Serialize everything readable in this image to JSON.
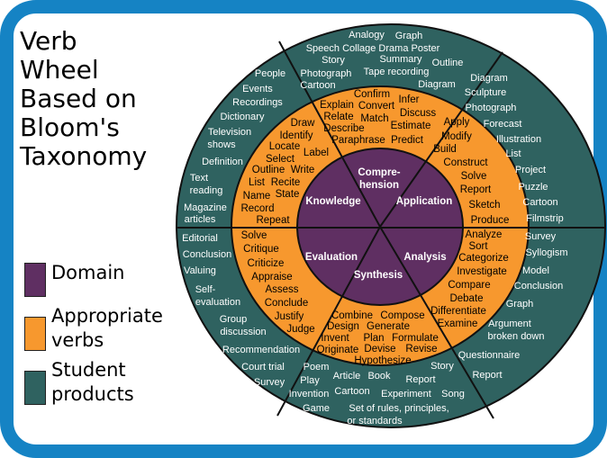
{
  "title": "Verb Wheel Based on Bloom's Taxonomy",
  "title_lines": [
    "Verb",
    "Wheel",
    "Based on",
    "Bloom's",
    "Taxonomy"
  ],
  "colors": {
    "frame": "#1583c4",
    "domain": "#5f2f62",
    "verbs": "#f7982e",
    "products": "#2f6260",
    "outline": "#111111"
  },
  "legend": [
    {
      "label_lines": [
        "Domain"
      ],
      "color": "#5f2f62"
    },
    {
      "label_lines": [
        "Appropriate",
        "verbs"
      ],
      "color": "#f7982e"
    },
    {
      "label_lines": [
        "Student",
        "products"
      ],
      "color": "#2f6260"
    }
  ],
  "domains": [
    {
      "name": "Knowledge"
    },
    {
      "name_lines": [
        "Compre-",
        "hension"
      ],
      "name": "Comprehension"
    },
    {
      "name": "Application"
    },
    {
      "name": "Analysis"
    },
    {
      "name": "Synthesis"
    },
    {
      "name": "Evaluation"
    }
  ],
  "verbs": {
    "knowledge": [
      "Draw",
      "Identify",
      "Label",
      "Locate",
      "Select",
      "Outline",
      "Write",
      "List",
      "Recite",
      "Name",
      "State",
      "Record",
      "Repeat"
    ],
    "comprehension": [
      "Confirm",
      "Infer",
      "Explain",
      "Convert",
      "Discuss",
      "Relate",
      "Match",
      "Describe",
      "Estimate",
      "Paraphrase",
      "Predict"
    ],
    "application": [
      "Apply",
      "Modify",
      "Build",
      "Construct",
      "Solve",
      "Report",
      "Sketch",
      "Produce"
    ],
    "analysis": [
      "Analyze",
      "Sort",
      "Categorize",
      "Investigate",
      "Compare",
      "Debate",
      "Differentiate",
      "Examine"
    ],
    "synthesis": [
      "Combine",
      "Compose",
      "Design",
      "Generate",
      "Invent",
      "Plan",
      "Formulate",
      "Originate",
      "Devise",
      "Revise",
      "Hypothesize"
    ],
    "evaluation": [
      "Solve",
      "Critique",
      "Criticize",
      "Appraise",
      "Assess",
      "Conclude",
      "Justify",
      "Judge"
    ]
  },
  "products": {
    "knowledge": [
      "People",
      "Events",
      "Recordings",
      "Dictionary",
      "Television shows",
      "Definition",
      "Text reading",
      "Magazine articles"
    ],
    "comprehension": [
      "Analogy",
      "Graph",
      "Speech",
      "Collage",
      "Drama",
      "Poster",
      "Story",
      "Summary",
      "Outline",
      "Photograph",
      "Tape recording",
      "Cartoon",
      "Diagram"
    ],
    "application": [
      "Diagram",
      "Sculpture",
      "Photograph",
      "Forecast",
      "Illustration",
      "List",
      "Project",
      "Puzzle",
      "Cartoon",
      "Filmstrip"
    ],
    "analysis": [
      "Survey",
      "Syllogism",
      "Model",
      "Conclusion",
      "Graph",
      "Argument broken down",
      "Questionnaire",
      "Report"
    ],
    "synthesis": [
      "Poem",
      "Story",
      "Play",
      "Article",
      "Book",
      "Report",
      "Invention",
      "Cartoon",
      "Experiment",
      "Song",
      "Game",
      "Set of rules, principles, or standards"
    ],
    "evaluation": [
      "Editorial",
      "Conclusion",
      "Valuing",
      "Self-evaluation",
      "Group discussion",
      "Recommendation",
      "Court trial",
      "Survey"
    ]
  },
  "t": {
    "k_dom": "Knowledge",
    "c_dom1": "Compre-",
    "c_dom2": "hension",
    "ap_dom": "Application",
    "an_dom": "Analysis",
    "sy_dom": "Synthesis",
    "ev_dom": "Evaluation",
    "k1": "Draw",
    "k2": "Identify",
    "k3": "Label",
    "k4": "Locate",
    "k5": "Select",
    "k6": "Outline",
    "k7": "Write",
    "k8": "List",
    "k9": "Recite",
    "k10": "Name",
    "k11": "State",
    "k12": "Record",
    "k13": "Repeat",
    "c1": "Confirm",
    "c2": "Infer",
    "c3": "Explain",
    "c4": "Convert",
    "c5": "Discuss",
    "c6": "Relate",
    "c7": "Match",
    "c8": "Describe",
    "c9": "Estimate",
    "c10": "Paraphrase",
    "c11": "Predict",
    "a1": "Apply",
    "a2": "Modify",
    "a3": "Build",
    "a4": "Construct",
    "a5": "Solve",
    "a6": "Report",
    "a7": "Sketch",
    "a8": "Produce",
    "n1": "Analyze",
    "n2": "Sort",
    "n3": "Categorize",
    "n4": "Investigate",
    "n5": "Compare",
    "n6": "Debate",
    "n7": "Differentiate",
    "n8": "Examine",
    "s1": "Combine",
    "s2": "Compose",
    "s3": "Design",
    "s4": "Generate",
    "s5": "Invent",
    "s6": "Plan",
    "s7": "Formulate",
    "s8": "Originate",
    "s9": "Devise",
    "s10": "Revise",
    "s11": "Hypothesize",
    "e1": "Solve",
    "e2": "Critique",
    "e3": "Criticize",
    "e4": "Appraise",
    "e5": "Assess",
    "e6": "Conclude",
    "e7": "Justify",
    "e8": "Judge",
    "pk1": "People",
    "pk2": "Events",
    "pk3": "Recordings",
    "pk4": "Dictionary",
    "pk5": "Television",
    "pk6": "shows",
    "pk7": "Definition",
    "pk8": "Text",
    "pk9": "reading",
    "pk10": "Magazine",
    "pk11": "articles",
    "pc1": "Analogy",
    "pc2": "Graph",
    "pc3": "Speech Collage Drama Poster",
    "pc4": "Story",
    "pc5": "Summary",
    "pc6": "Outline",
    "pc7": "Photograph",
    "pc8": "Tape recording",
    "pc9": "Cartoon",
    "pc10": "Diagram",
    "pa1": "Diagram",
    "pa2": "Sculpture",
    "pa3": "Photograph",
    "pa4": "Forecast",
    "pa5": "Illustration",
    "pa6": "List",
    "pa7": "Project",
    "pa8": "Puzzle",
    "pa9": "Cartoon",
    "pa10": "Filmstrip",
    "pn1": "Survey",
    "pn2": "Syllogism",
    "pn3": "Model",
    "pn4": "Conclusion",
    "pn5": "Graph",
    "pn6": "Argument",
    "pn7": "broken down",
    "pn8": "Questionnaire",
    "pn9": "Report",
    "ps1": "Poem",
    "ps2": "Story",
    "ps3": "Play",
    "ps4": "Article",
    "ps5": "Book",
    "ps6": "Report",
    "ps7": "Invention",
    "ps8": "Cartoon",
    "ps9": "Experiment",
    "ps10": "Song",
    "ps11": "Game",
    "ps12": "Set of rules,  principles,",
    "ps13": "or standards",
    "pe1": "Editorial",
    "pe2": "Conclusion",
    "pe3": "Valuing",
    "pe4": "Self-",
    "pe5": "evaluation",
    "pe6": "Group",
    "pe7": "discussion",
    "pe8": "Recommendation",
    "pe9": "Court trial",
    "pe10": "Survey"
  }
}
